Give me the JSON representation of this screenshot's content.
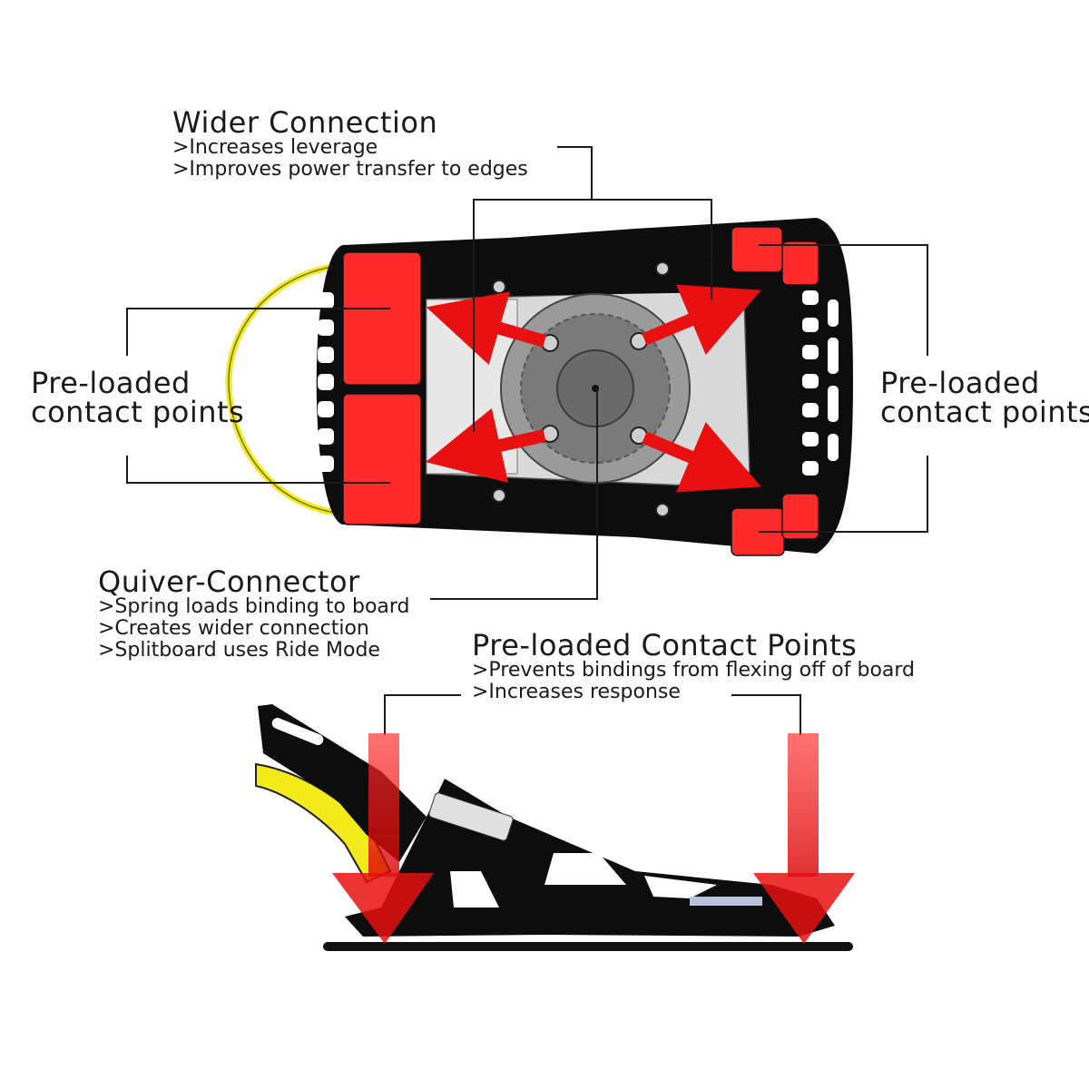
{
  "callouts": {
    "wider_connection": {
      "title": "Wider Connection",
      "lines": [
        ">Increases leverage",
        ">Improves power transfer to edges"
      ]
    },
    "preloaded_left": {
      "line1": "Pre-loaded",
      "line2": "contact points"
    },
    "preloaded_right": {
      "line1": "Pre-loaded",
      "line2": "contact points"
    },
    "quiver_connector": {
      "title": "Quiver-Connector",
      "lines": [
        ">Spring loads binding to board",
        ">Creates wider connection",
        ">Splitboard uses Ride Mode"
      ]
    },
    "preloaded_bottom": {
      "title": "Pre-loaded Contact Points",
      "lines": [
        ">Prevents bindings from flexing off of board",
        ">Increases response"
      ]
    }
  },
  "colors": {
    "contact_red": "#ff2a2a",
    "arrow_red": "#e81010",
    "frame_black": "#0d0d0d",
    "puck_gray": "#8a8a8a",
    "strap_yellow": "#f2ea1a"
  }
}
